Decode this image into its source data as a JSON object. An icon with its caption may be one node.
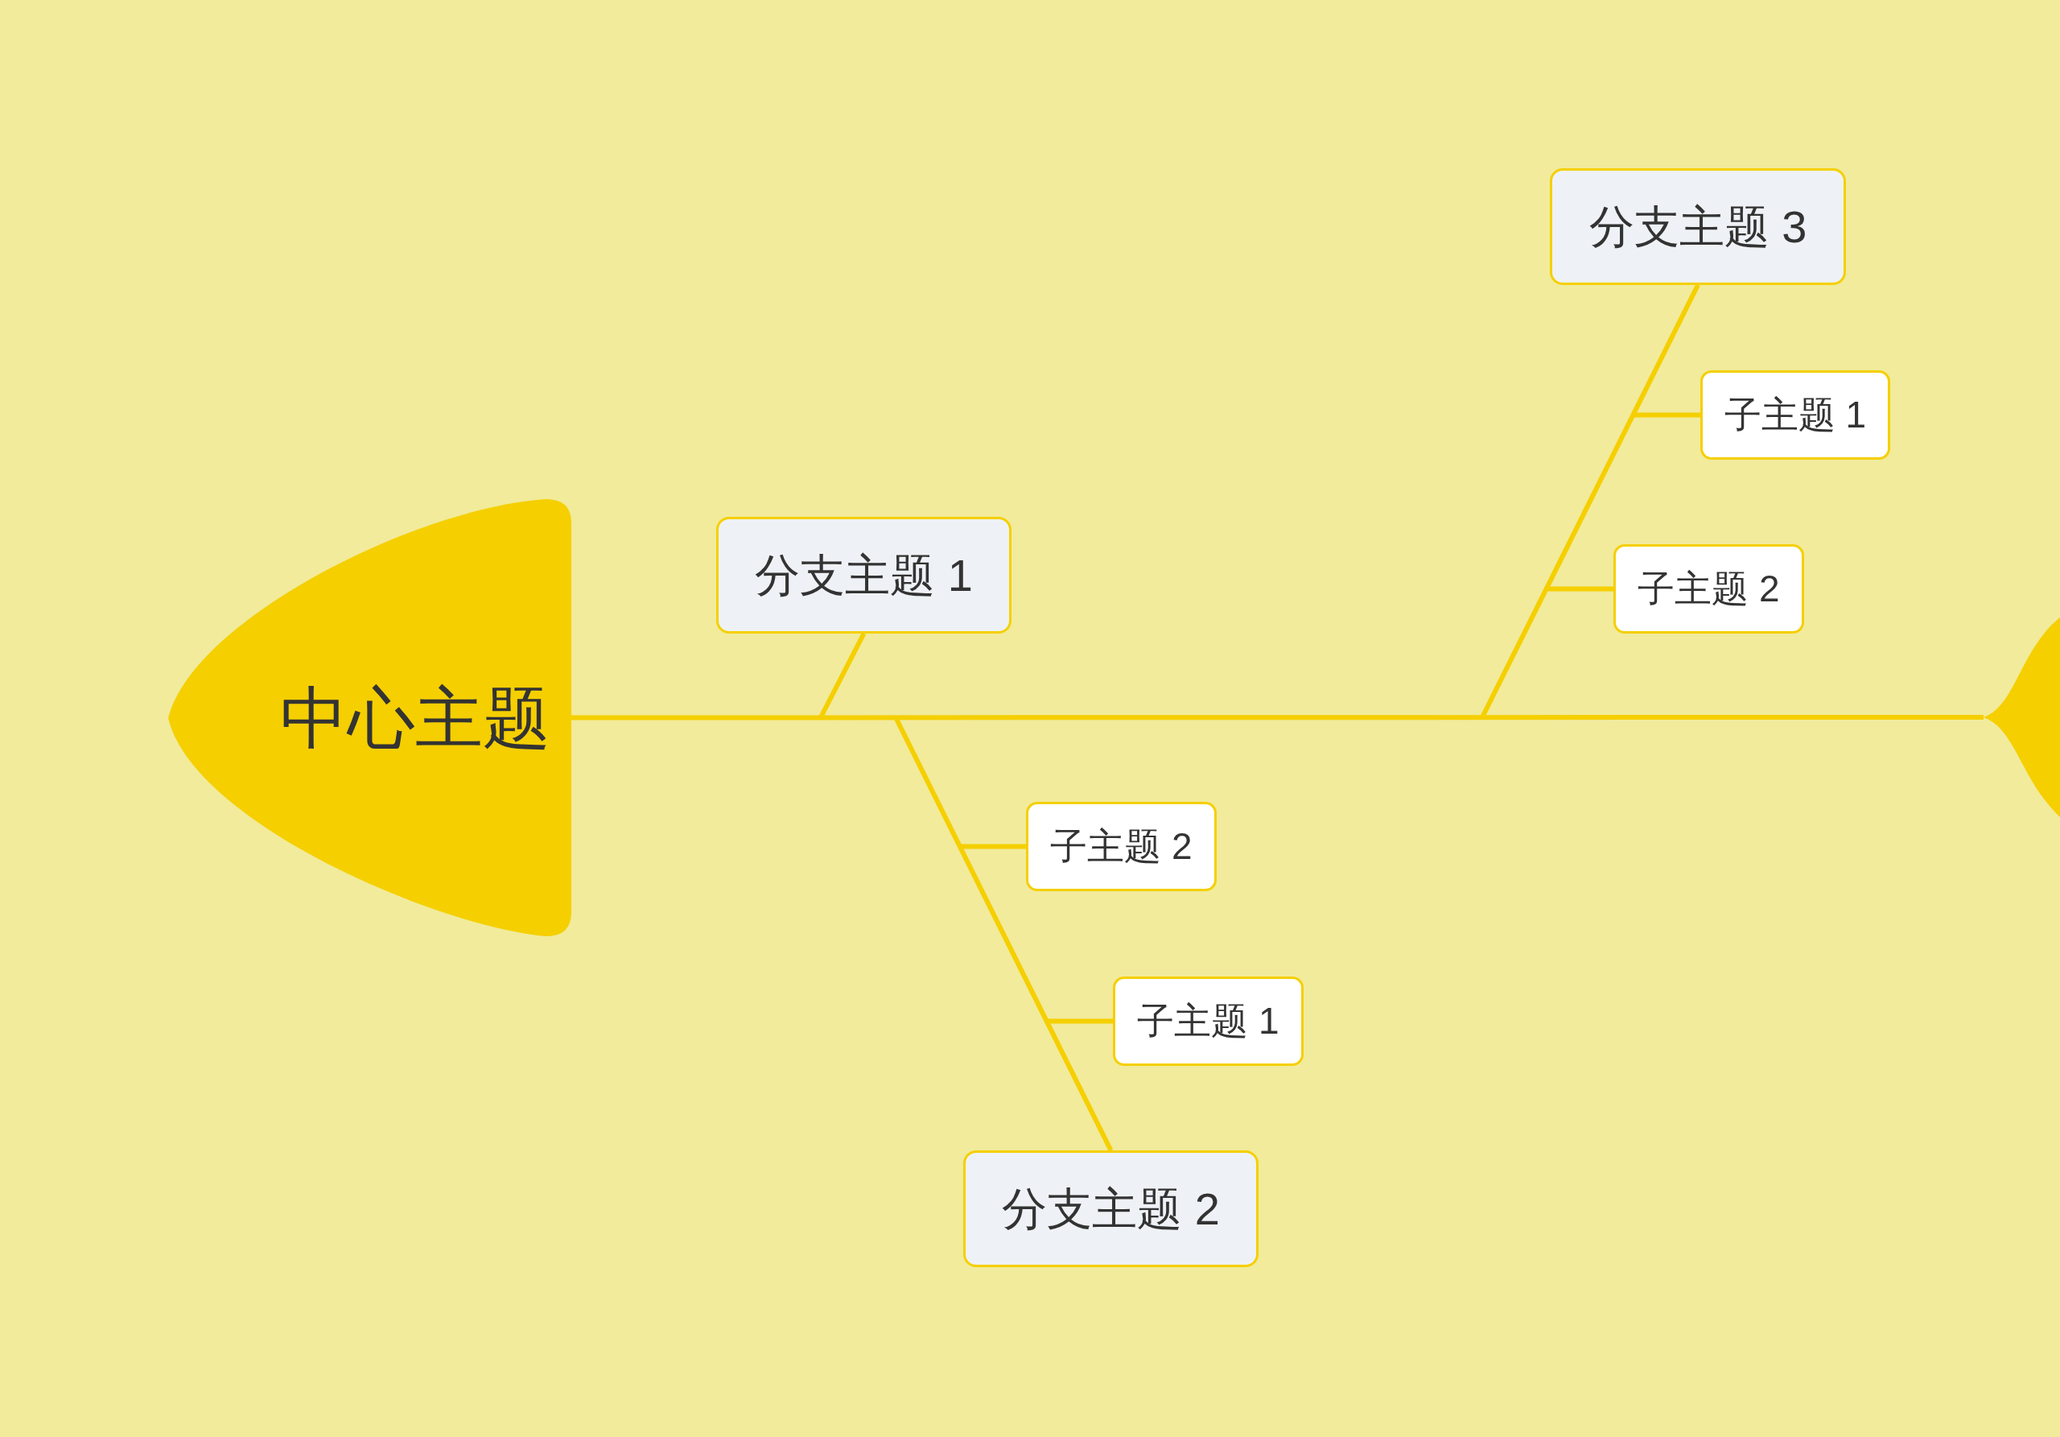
{
  "diagram": {
    "nodes": [
      {
        "text": [
          "中心主题"
        ]
      },
      {
        "text": [
          "分支主题 3"
        ]
      },
      {
        "text": [
          "子主题 1"
        ]
      },
      {
        "text": [
          "子主题 2"
        ]
      },
      {
        "text": [
          "分支主题 1"
        ]
      },
      {
        "text": [
          "子主题 2"
        ]
      },
      {
        "text": [
          "子主题 1"
        ]
      },
      {
        "text": [
          "分支主题 2"
        ]
      },
      {
        "text": [],
        "shape": "tail"
      }
    ],
    "edges": [
      {
        "from": 0,
        "to": 8,
        "arrow": "none"
      },
      {
        "from": null,
        "to": 4,
        "arrow": "none"
      },
      {
        "from": null,
        "to": 1,
        "arrow": "none"
      },
      {
        "from": null,
        "to": 7,
        "arrow": "none"
      },
      {
        "from": null,
        "to": 2,
        "arrow": "none"
      },
      {
        "from": null,
        "to": 3,
        "arrow": "none"
      },
      {
        "from": null,
        "to": 5,
        "arrow": "none"
      },
      {
        "from": null,
        "to": 6,
        "arrow": "none"
      }
    ]
  }
}
